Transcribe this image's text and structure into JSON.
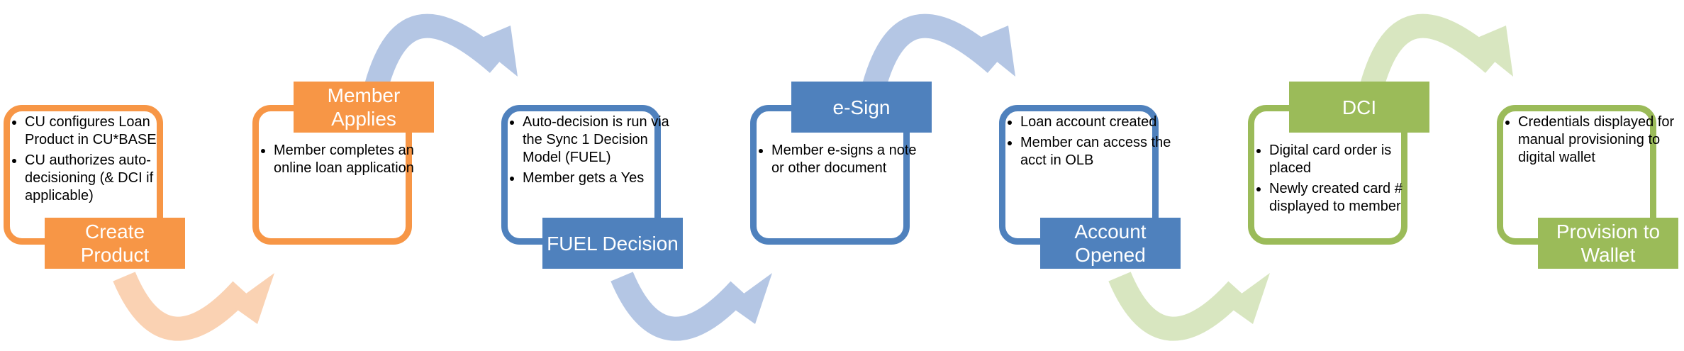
{
  "colors": {
    "orange": "#F79646",
    "orange_light": "#FAD2B3",
    "blue": "#4F81BD",
    "blue_light": "#B4C6E4",
    "green": "#9BBB59",
    "green_light": "#D8E6C0"
  },
  "stages": [
    {
      "title": "Create Product",
      "color": "orange",
      "bullets": [
        "CU configures Loan Product in CU*BASE",
        "CU authorizes auto-decisioning (& DCI if applicable)"
      ]
    },
    {
      "title": "Member Applies",
      "color": "orange",
      "bullets": [
        "Member completes an online loan application"
      ]
    },
    {
      "title": "FUEL Decision",
      "color": "blue",
      "bullets": [
        "Auto-decision is run via the Sync 1 Decision Model (FUEL)",
        "Member gets a Yes"
      ]
    },
    {
      "title": "e-Sign",
      "color": "blue",
      "bullets": [
        "Member e-signs a note or other document"
      ]
    },
    {
      "title": "Account Opened",
      "color": "blue",
      "bullets": [
        "Loan account created",
        "Member can access the acct in OLB"
      ]
    },
    {
      "title": "DCI",
      "color": "green",
      "bullets": [
        "Digital card order is placed",
        "Newly created card # displayed to member"
      ]
    },
    {
      "title": "Provision to Wallet",
      "color": "green",
      "bullets": [
        "Credentials displayed for manual provisioning to digital wallet"
      ]
    }
  ]
}
